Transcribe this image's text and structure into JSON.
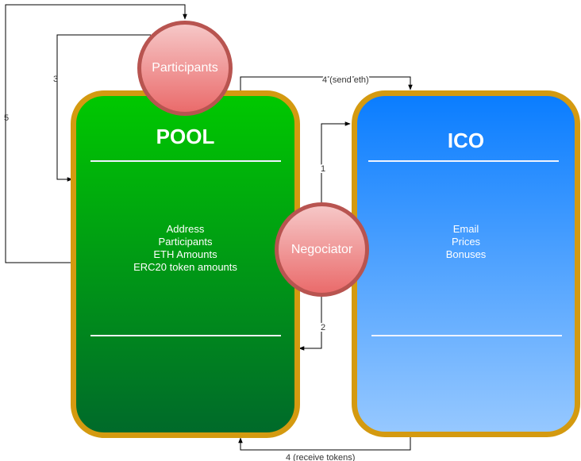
{
  "pool": {
    "title": "POOL",
    "fields": [
      "Address",
      "Participants",
      "ETH Amounts",
      "ERC20 token amounts"
    ]
  },
  "ico": {
    "title": "ICO",
    "fields": [
      "Email",
      "Prices",
      "Bonuses"
    ]
  },
  "participants": {
    "label": "Participants"
  },
  "negociator": {
    "label": "Negociator"
  },
  "edges": {
    "e1": "1",
    "e2": "2",
    "e3": "3",
    "e4_send": "4 (send eth)",
    "e4_receive": "4 (receive tokens)",
    "e5": "5"
  },
  "colors": {
    "pool_fill_top": "#00c800",
    "pool_fill_bottom": "#006a2a",
    "ico_fill_top": "#0a7dff",
    "ico_fill_bottom": "#96c8ff",
    "box_border": "#d49a10",
    "node_border": "#b85450",
    "node_fill": "#ea6b6b"
  }
}
